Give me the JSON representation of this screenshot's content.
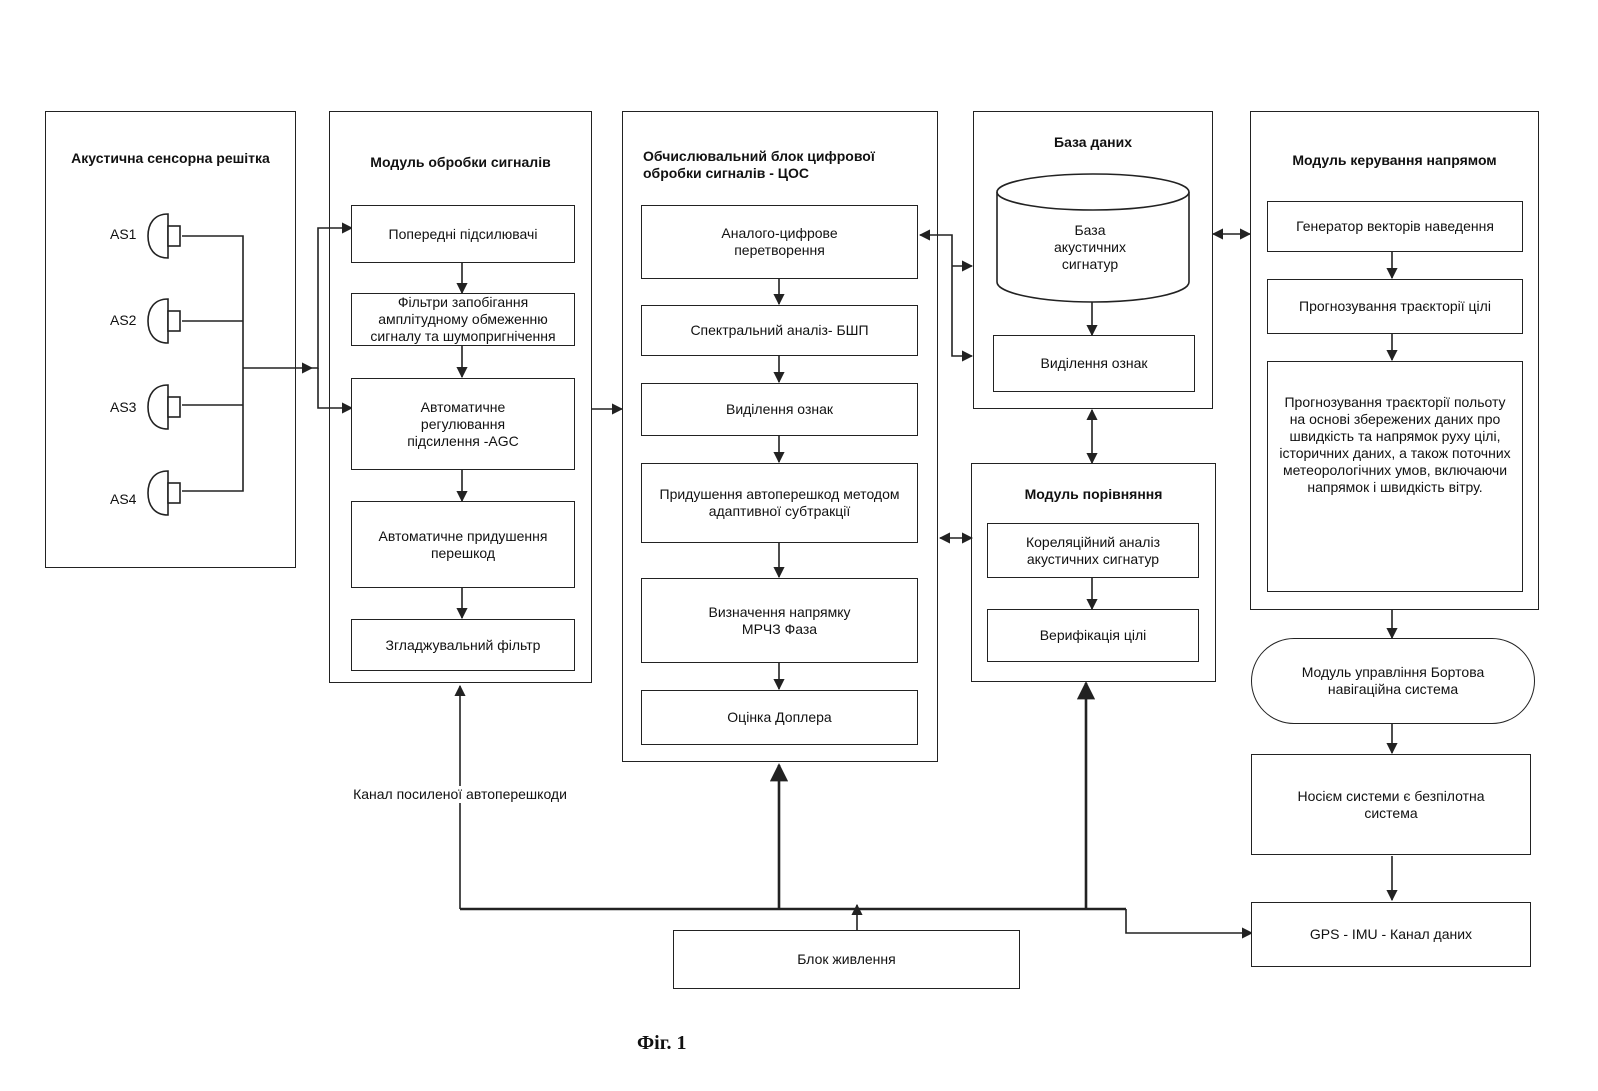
{
  "sensor_array": {
    "title": "Акустична сенсорна решітка",
    "sensors": [
      "AS1",
      "AS2",
      "AS3",
      "AS4"
    ]
  },
  "signal_module": {
    "title": "Модуль обробки сигналів",
    "blocks": [
      "Попередні підсилювачі",
      "Фільтри запобігання\nамплітудному обмеженню\nсигналу та шумопригнічення",
      "Автоматичне\nрегулювання\nпідсилення -AGC",
      "Автоматичне придушення\nперешкод",
      "Згладжувальний фільтр"
    ]
  },
  "dsp_block": {
    "title": "Обчислювальний блок цифрової\nобробки сигналів - ЦОС",
    "blocks": [
      "Аналого-цифрове\nперетворення",
      "Спектральний аналіз- БШП",
      "Виділення ознак",
      "Придушення автоперешкод методом\nадаптивної субтракції",
      "Визначення напрямку\nМРЧЗ  Фаза",
      "Оцінка Доплера"
    ]
  },
  "database": {
    "title": "База даних",
    "cylinder": "База\nакустичних\nсигнатур",
    "feature_box": "Виділення ознак"
  },
  "comparison": {
    "title": "Модуль порівняння",
    "blocks": [
      "Кореляційний аналіз\nакустичних сигнатур",
      "Верифікація цілі"
    ]
  },
  "direction_module": {
    "title": "Модуль керування напрямом",
    "blocks": [
      "Генератор векторів наведення",
      "Прогнозування  траєкторії цілі",
      "Прогнозування траєкторії польоту\nна основі збережених даних про\nшвидкість та напрямок руху цілі,\nісторичних даних, а також поточних\nметеорологічних умов, включаючи\nнапрямок і швидкість вітру."
    ]
  },
  "control_module": "Модуль управління  Бортова\nнавігаційна система",
  "carrier": "Носієм системи є безпілотна\nсистема",
  "gps": "GPS - IMU - Канал даних",
  "power": "Блок живлення",
  "channel_label": "Канал посиленої автоперешкоди",
  "figure_label": "Фіг. 1",
  "colors": {
    "line": "#222222",
    "background": "#ffffff"
  }
}
